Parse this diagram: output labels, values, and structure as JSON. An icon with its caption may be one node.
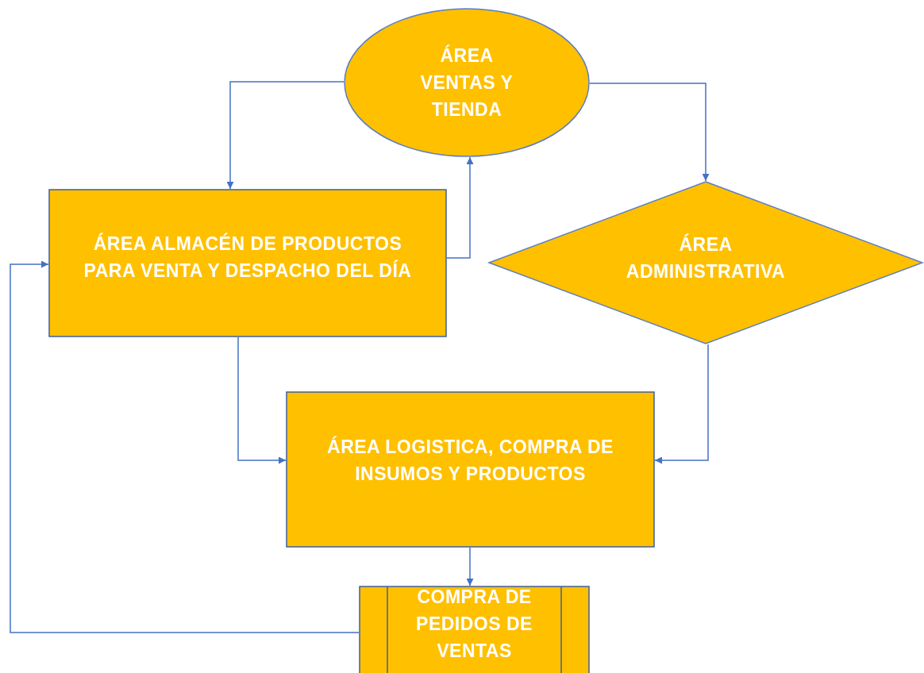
{
  "diagram": {
    "nodes": [
      {
        "text": [
          "ÁREA VENTAS Y TIENDA"
        ]
      },
      {
        "text": [
          "ÁREA ALMACÉN DE PRODUCTOS PARA VENTA Y DESPACHO DEL DÍA"
        ]
      },
      {
        "text": [
          "ÁREA ADMINISTRATIVA"
        ]
      },
      {
        "text": [
          "ÁREA LOGISTICA, COMPRA DE INSUMOS Y PRODUCTOS"
        ]
      },
      {
        "text": [
          "COMPRA DE PEDIDOS DE VENTAS"
        ]
      }
    ],
    "edges": [
      {
        "from": 0,
        "to": 1,
        "arrow": "to"
      },
      {
        "from": 0,
        "to": 2,
        "arrow": "to"
      },
      {
        "from": 1,
        "to": 0,
        "arrow": "to"
      },
      {
        "from": 1,
        "to": 3,
        "arrow": "to"
      },
      {
        "from": 2,
        "to": 3,
        "arrow": "to"
      },
      {
        "from": 3,
        "to": 4,
        "arrow": "to"
      },
      {
        "from": 4,
        "to": 1,
        "arrow": "to"
      }
    ]
  }
}
